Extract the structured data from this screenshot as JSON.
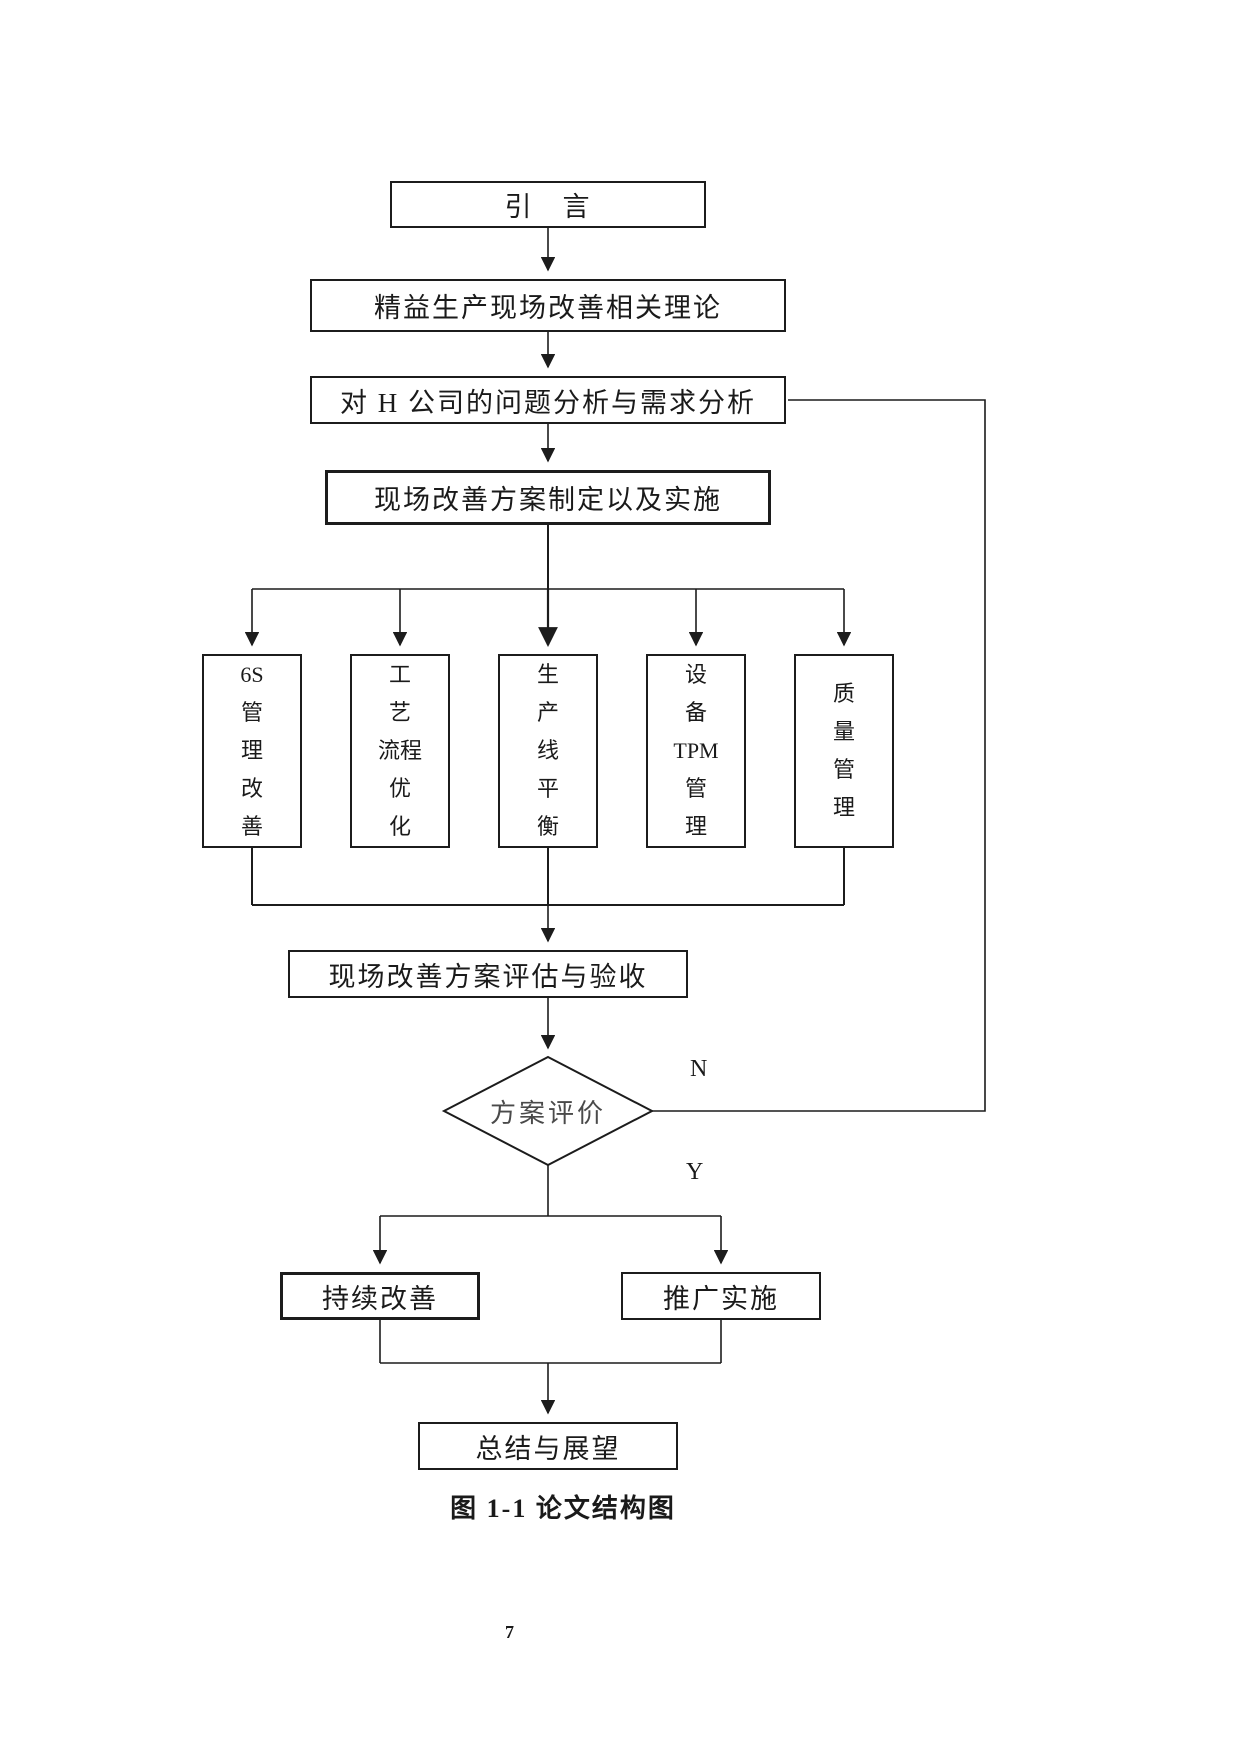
{
  "page": {
    "number": "7"
  },
  "figure": {
    "caption": "图 1-1 论文结构图"
  },
  "flowchart": {
    "nodes": {
      "intro": {
        "label": "引　言"
      },
      "theory": {
        "label": "精益生产现场改善相关理论"
      },
      "analysis": {
        "label": "对 H 公司的问题分析与需求分析"
      },
      "plan": {
        "label": "现场改善方案制定以及实施"
      },
      "branch_6s": {
        "label": "6S\n管\n理\n改\n善"
      },
      "branch_process": {
        "label": "工\n艺\n流程\n优\n化"
      },
      "branch_line": {
        "label": "生\n产\n线\n平\n衡"
      },
      "branch_tpm": {
        "label": "设\n备\nTPM\n管\n理"
      },
      "branch_quality": {
        "label": "质\n量\n管\n理"
      },
      "evaluate": {
        "label": "现场改善方案评估与验收"
      },
      "decision": {
        "label": "方案评价"
      },
      "sustain": {
        "label": "持续改善"
      },
      "promote": {
        "label": "推广实施"
      },
      "summary": {
        "label": "总结与展望"
      }
    },
    "edge_labels": {
      "no": "N",
      "yes": "Y"
    },
    "colors": {
      "line": "#1c1c1c",
      "background": "#ffffff"
    }
  }
}
